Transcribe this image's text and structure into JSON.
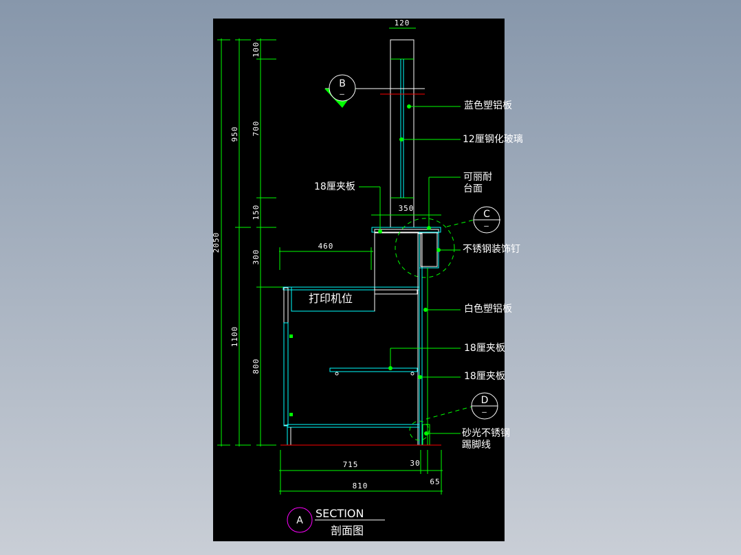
{
  "drawing": {
    "dimensions": {
      "top_width": "120",
      "total_height": "2050",
      "upper_height": "950",
      "lower_height": "1100",
      "d100": "100",
      "d700": "700",
      "d150": "150",
      "d300": "300",
      "d800": "800",
      "counter_width": "350",
      "printer_depth": "460",
      "base_715": "715",
      "base_30": "30",
      "base_65": "65",
      "total_810": "810"
    },
    "labels": {
      "blue_panel": "蓝色塑铝板",
      "glass": "12厘钢化玻璃",
      "plywood_top": "18厘夹板",
      "corian_1": "可丽耐",
      "corian_2": "台面",
      "stainless_nail": "不锈钢装饰钉",
      "white_panel": "白色塑铝板",
      "plywood_1": "18厘夹板",
      "plywood_2": "18厘夹板",
      "skirting_1": "砂光不锈钢",
      "skirting_2": "踢脚线",
      "printer": "打印机位"
    },
    "markers": {
      "b": "B",
      "c": "C",
      "d": "D",
      "sub": "—"
    },
    "title": {
      "mark": "A",
      "section": "SECTION",
      "cn": "剖面图"
    },
    "colors": {
      "background": "#000000",
      "dim": "#00ff00",
      "cabinet": "#00ffff",
      "floor": "#ff0000",
      "title_mark": "#ff00ff"
    }
  }
}
